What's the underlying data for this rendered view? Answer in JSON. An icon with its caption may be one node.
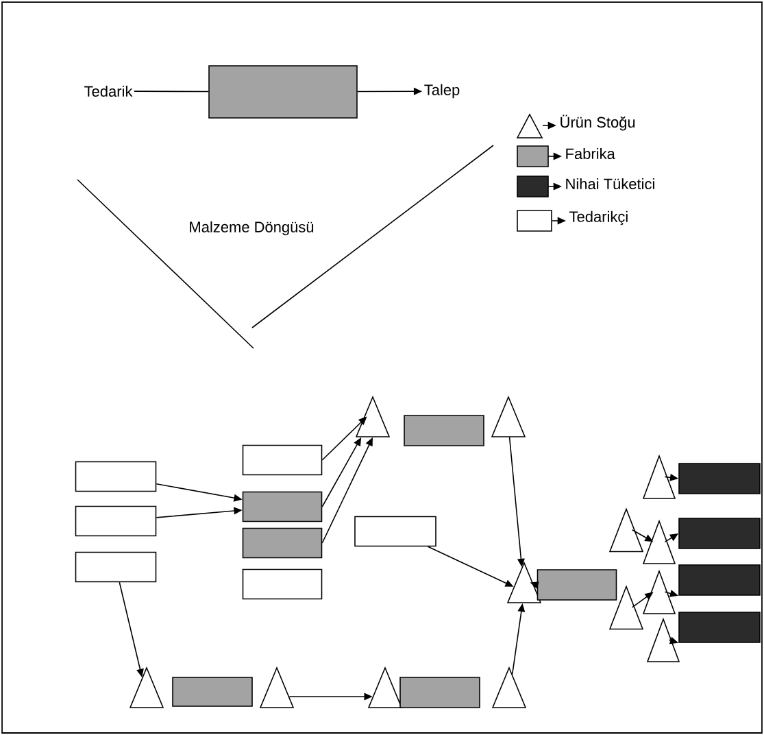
{
  "diagram": {
    "nodes": [
      {
        "text": [
          "Tedarik"
        ]
      },
      {
        "text": [],
        "shape": "box"
      },
      {
        "text": [
          "Talep"
        ]
      },
      {
        "text": [],
        "shape": "box"
      },
      {
        "text": [],
        "shape": "box"
      },
      {
        "text": [],
        "shape": "box"
      },
      {
        "text": [],
        "shape": "box"
      },
      {
        "text": [],
        "shape": "box"
      },
      {
        "text": [],
        "shape": "box"
      },
      {
        "text": [],
        "shape": "box"
      },
      {
        "text": [],
        "shape": "triangle"
      },
      {
        "text": [],
        "shape": "box"
      },
      {
        "text": [],
        "shape": "triangle"
      },
      {
        "text": [],
        "shape": "box"
      },
      {
        "text": [],
        "shape": "triangle"
      },
      {
        "text": [],
        "shape": "box"
      },
      {
        "text": [],
        "shape": "triangle"
      },
      {
        "text": [],
        "shape": "triangle"
      },
      {
        "text": [],
        "shape": "triangle"
      },
      {
        "text": [],
        "shape": "triangle"
      },
      {
        "text": [],
        "shape": "triangle"
      },
      {
        "text": [],
        "shape": "triangle"
      },
      {
        "text": [],
        "shape": "box"
      },
      {
        "text": [],
        "shape": "box"
      },
      {
        "text": [],
        "shape": "box"
      },
      {
        "text": [],
        "shape": "box"
      },
      {
        "text": [],
        "shape": "triangle"
      },
      {
        "text": [],
        "shape": "box"
      },
      {
        "text": [],
        "shape": "triangle"
      },
      {
        "text": [],
        "shape": "triangle"
      },
      {
        "text": [],
        "shape": "box"
      },
      {
        "text": [],
        "shape": "triangle"
      }
    ],
    "edges": [
      {
        "from": 0,
        "to": 1,
        "arrow": "none"
      },
      {
        "from": 1,
        "to": 2,
        "arrow": "to"
      },
      {
        "from": 3,
        "to": 7,
        "arrow": "to"
      },
      {
        "from": 4,
        "to": 7,
        "arrow": "to"
      },
      {
        "from": 5,
        "to": 26,
        "arrow": "to"
      },
      {
        "from": 6,
        "to": 10,
        "arrow": "to"
      },
      {
        "from": 7,
        "to": 10,
        "arrow": "to"
      },
      {
        "from": 8,
        "to": 10,
        "arrow": "to"
      },
      {
        "from": 12,
        "to": 14,
        "arrow": "to"
      },
      {
        "from": 13,
        "to": 14,
        "arrow": "to"
      },
      {
        "from": 15,
        "to": 14,
        "arrow": "to"
      },
      {
        "from": 31,
        "to": 14,
        "arrow": "to"
      },
      {
        "from": 28,
        "to": 29,
        "arrow": "to"
      },
      {
        "from": 18,
        "to": 22,
        "arrow": "to"
      },
      {
        "from": 16,
        "to": 19,
        "arrow": "to"
      },
      {
        "from": 19,
        "to": 23,
        "arrow": "to"
      },
      {
        "from": 17,
        "to": 20,
        "arrow": "to"
      },
      {
        "from": 20,
        "to": 24,
        "arrow": "to"
      },
      {
        "from": 21,
        "to": 25,
        "arrow": "to"
      }
    ],
    "labels": [
      "Malzeme Döngüsü"
    ],
    "legend": [
      {
        "text": "Ürün Stoğu"
      },
      {
        "text": "Fabrika",
        "color": "#a3a3a3"
      },
      {
        "text": "Nihai Tüketici",
        "color": "#2b2b2b"
      },
      {
        "text": "Tedarikçi"
      }
    ]
  }
}
